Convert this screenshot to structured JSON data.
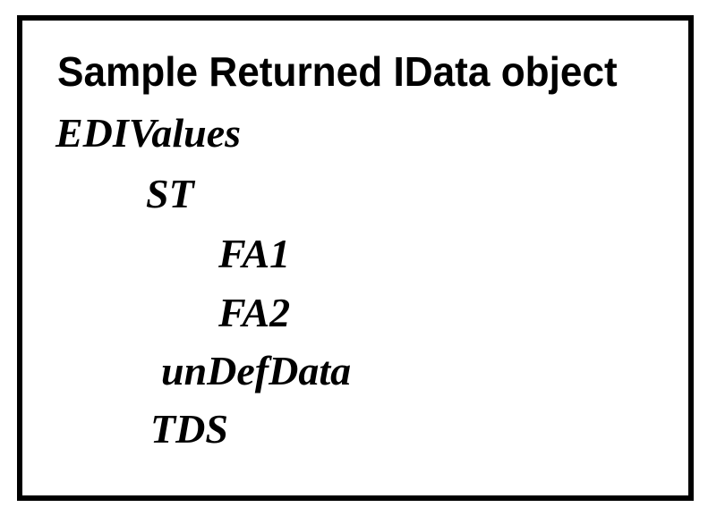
{
  "title": "Sample Returned IData object",
  "tree": {
    "root": "EDIValues",
    "st": "ST",
    "fa1": "FA1",
    "fa2": "FA2",
    "undef_data": "unDefData",
    "tds": "TDS"
  },
  "colors": {
    "border": "#000000",
    "text": "#000000",
    "background": "#ffffff"
  }
}
